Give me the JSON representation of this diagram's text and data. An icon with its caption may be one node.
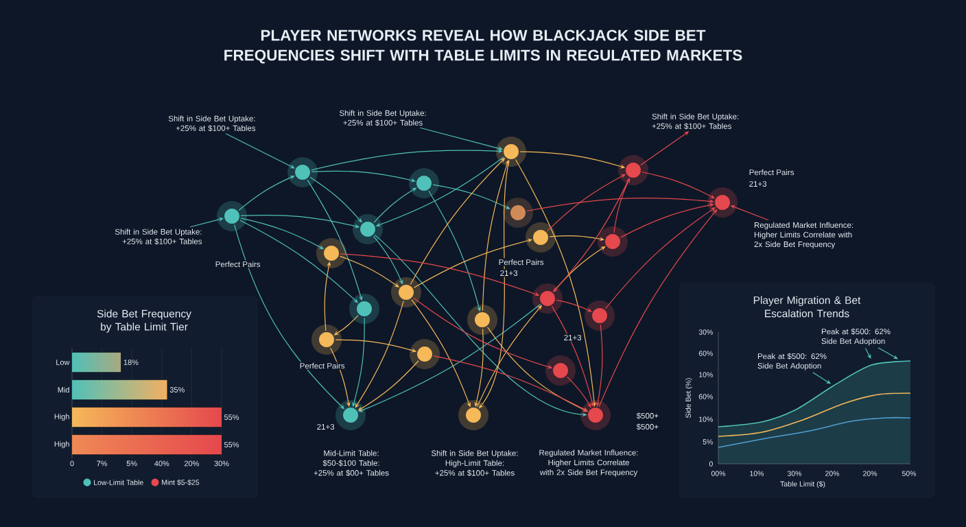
{
  "diagram": {
    "title": "PLAYER NETWORKS REVEAL HOW BLACKJACK SIDE BET FREQUENCIES SHIFT WITH TABLE LIMITS IN REGULATED MARKETS",
    "nodes": [
      {
        "text": [
          "Shift in Side Bet Uptake: +25% at $100+ Tables"
        ]
      },
      {
        "text": [
          "Shift in Side Bet Uptake: +25% at $100+ Tables"
        ]
      },
      {
        "text": [
          "Shift in Side Bet Uptake: +25% at $100+ Tables"
        ]
      },
      {
        "text": [],
        "shape": "circle"
      },
      {
        "text": [],
        "shape": "circle"
      },
      {
        "text": [],
        "shape": "circle"
      },
      {
        "text": [],
        "shape": "circle"
      },
      {
        "text": [],
        "shape": "circle"
      },
      {
        "text": [],
        "shape": "circle"
      },
      {
        "text": [],
        "shape": "circle"
      },
      {
        "text": [],
        "shape": "circle"
      },
      {
        "text": [
          "Regulated Market Influence: Higher Limits Correlate with 2x Side Bet Frequency"
        ]
      },
      {
        "text": [],
        "shape": "circle"
      },
      {
        "text": [],
        "shape": "circle"
      },
      {
        "text": [
          "Shift in Side Bet Uptake: +25% at $100+ Tables"
        ]
      },
      {
        "text": [],
        "shape": "circle"
      },
      {
        "text": [],
        "shape": "circle"
      },
      {
        "text": [],
        "shape": "circle"
      },
      {
        "text": [],
        "shape": "circle"
      },
      {
        "text": [],
        "shape": "circle"
      },
      {
        "text": [],
        "shape": "circle"
      },
      {
        "text": [],
        "shape": "circle"
      },
      {
        "text": [],
        "shape": "circle"
      },
      {
        "text": [],
        "shape": "circle"
      },
      {
        "text": [],
        "shape": "circle"
      },
      {
        "text": [],
        "shape": "circle"
      },
      {
        "text": [],
        "shape": "circle"
      },
      {
        "text": [
          "Peak at $500: 62% Side Bet Adoption"
        ]
      },
      {
        "text": [
          "Peak at $500: 62% Side Bet Adoption"
        ]
      }
    ],
    "edges": [
      {
        "from": 2,
        "to": 3,
        "arrow": "to"
      },
      {
        "from": 0,
        "to": 4,
        "arrow": "to"
      },
      {
        "from": 14,
        "to": 9,
        "arrow": "to"
      },
      {
        "from": 9,
        "to": 3,
        "arrow": "to"
      },
      {
        "from": 9,
        "to": 10,
        "arrow": "to"
      },
      {
        "from": 9,
        "to": 15,
        "arrow": "to"
      },
      {
        "from": 9,
        "to": 18,
        "arrow": "to"
      },
      {
        "from": 9,
        "to": 24,
        "arrow": "to"
      },
      {
        "from": 3,
        "to": 6,
        "arrow": "to"
      },
      {
        "from": 3,
        "to": 4,
        "arrow": "to"
      },
      {
        "from": 3,
        "to": 10,
        "arrow": "to"
      },
      {
        "from": 3,
        "to": 18,
        "arrow": "to"
      },
      {
        "from": 10,
        "to": 6,
        "arrow": "to"
      },
      {
        "from": 6,
        "to": 8,
        "arrow": "to"
      },
      {
        "from": 6,
        "to": 20,
        "arrow": "to"
      },
      {
        "from": 10,
        "to": 16,
        "arrow": "to"
      },
      {
        "from": 10,
        "to": 26,
        "arrow": "to"
      },
      {
        "from": 18,
        "to": 24,
        "arrow": "to"
      },
      {
        "from": 17,
        "to": 24,
        "arrow": "to"
      },
      {
        "from": 4,
        "to": 10,
        "arrow": "to"
      },
      {
        "from": 27,
        "to": null,
        "arrow": "to"
      },
      {
        "from": 28,
        "to": null,
        "arrow": "to"
      },
      {
        "from": 28,
        "to": null,
        "arrow": "to"
      },
      {
        "from": 16,
        "to": 4,
        "arrow": "to",
        "color": "#f5b95a"
      },
      {
        "from": 16,
        "to": 12,
        "arrow": "to",
        "color": "#f5b95a"
      },
      {
        "from": 16,
        "to": 25,
        "arrow": "to",
        "color": "#f5b95a"
      },
      {
        "from": 16,
        "to": 24,
        "arrow": "to",
        "color": "#f5b95a"
      },
      {
        "from": 15,
        "to": 16,
        "arrow": "to",
        "color": "#f5b95a"
      },
      {
        "from": 21,
        "to": 15,
        "arrow": "to",
        "color": "#f5b95a"
      },
      {
        "from": 21,
        "to": 24,
        "arrow": "to",
        "color": "#f5b95a"
      },
      {
        "from": 21,
        "to": 22,
        "arrow": "to",
        "color": "#f5b95a"
      },
      {
        "from": 18,
        "to": 21,
        "arrow": "to",
        "color": "#f5b95a"
      },
      {
        "from": 20,
        "to": 4,
        "arrow": "to",
        "color": "#f5b95a"
      },
      {
        "from": 20,
        "to": 26,
        "arrow": "to",
        "color": "#f5b95a"
      },
      {
        "from": 20,
        "to": 25,
        "arrow": "to",
        "color": "#f5b95a"
      },
      {
        "from": 4,
        "to": 25,
        "arrow": "to",
        "color": "#f5b95a"
      },
      {
        "from": 4,
        "to": 26,
        "arrow": "to",
        "color": "#f5b95a"
      },
      {
        "from": 12,
        "to": 13,
        "arrow": "to",
        "color": "#f5b95a"
      },
      {
        "from": 25,
        "to": 17,
        "arrow": "to",
        "color": "#f5b95a"
      },
      {
        "from": 4,
        "to": 5,
        "arrow": "to",
        "color": "#f5b95a"
      },
      {
        "from": 22,
        "to": 24,
        "arrow": "to",
        "color": "#f5b95a"
      },
      {
        "from": 17,
        "to": 13,
        "arrow": "to",
        "color": "#f5b95a"
      },
      {
        "from": 5,
        "to": 1,
        "arrow": "to",
        "color": "#e5484d"
      },
      {
        "from": 11,
        "to": 7,
        "arrow": "to",
        "color": "#e5484d"
      },
      {
        "from": 5,
        "to": 7,
        "arrow": "to",
        "color": "#e5484d"
      },
      {
        "from": 8,
        "to": 7,
        "arrow": "to",
        "color": "#e5484d"
      },
      {
        "from": 13,
        "to": 7,
        "arrow": "to",
        "color": "#e5484d"
      },
      {
        "from": 19,
        "to": 7,
        "arrow": "to",
        "color": "#e5484d"
      },
      {
        "from": 26,
        "to": 7,
        "arrow": "to",
        "color": "#e5484d"
      },
      {
        "from": 13,
        "to": 5,
        "arrow": "to",
        "color": "#e5484d"
      },
      {
        "from": 12,
        "to": 5,
        "arrow": "to",
        "color": "#e5484d"
      },
      {
        "from": 5,
        "to": 17,
        "arrow": "to",
        "color": "#e5484d"
      },
      {
        "from": 15,
        "to": 17,
        "arrow": "to",
        "color": "#e5484d"
      },
      {
        "from": 17,
        "to": 19,
        "arrow": "to",
        "color": "#e5484d"
      },
      {
        "from": 17,
        "to": 26,
        "arrow": "to",
        "color": "#e5484d"
      },
      {
        "from": 16,
        "to": 23,
        "arrow": "to",
        "color": "#e5484d"
      },
      {
        "from": 19,
        "to": 26,
        "arrow": "to",
        "color": "#e5484d"
      },
      {
        "from": 22,
        "to": 26,
        "arrow": "to",
        "color": "#e5484d"
      },
      {
        "from": 23,
        "to": 26,
        "arrow": "to",
        "color": "#e5484d"
      }
    ],
    "labels": [
      "Perfect Pairs",
      "21+3",
      "Perfect Pairs",
      "Perfect Pairs",
      "21+3",
      "21+3",
      "Perfect Pairs",
      "21+3",
      "$500+",
      "$500+",
      "Mid-Limit Table: $50-$100 Table: +25% at $00+ Tables",
      "Shift in Side Bet Uptake: High-Limit Table: +25% at $100+ Tables",
      "Regulated Market Influence: Higher Limits Correlate with 2x Side Bet Frequency",
      "Player Migration & Bet Escalation Trends",
      "30%",
      "60%",
      "10%",
      "60%",
      "10%",
      "5%",
      "0",
      "Side Bet (%)",
      "00%",
      "10%",
      "30%",
      "20%",
      "20%",
      "50%",
      "Table Limit ($)",
      "0",
      "7%",
      "5%",
      "40%",
      "20%",
      "30%"
    ],
    "legend": [
      {
        "text": "Low-Limit Table",
        "color": "#4fc1b9"
      },
      {
        "text": "Mint $5-$25",
        "color": "#e5484d"
      }
    ],
    "chart_data": {
      "type": "bar",
      "orientation": "horizontal",
      "title": "Side Bet Frequency by Table Limit Tier",
      "categories": [
        "Low",
        "Mid",
        "High",
        "High"
      ],
      "values": [
        18,
        35,
        55,
        55
      ],
      "value_labels": [
        "18%",
        "35%",
        "55%",
        "55%"
      ],
      "xlim": [
        0,
        55
      ]
    }
  }
}
